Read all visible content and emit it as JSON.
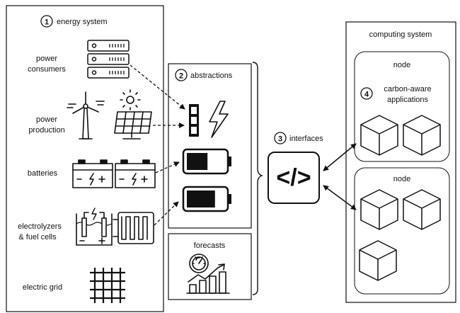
{
  "energy_system": {
    "number": "1",
    "title": "energy system",
    "components": {
      "consumers": [
        "power",
        "consumers"
      ],
      "production": [
        "power",
        "production"
      ],
      "batteries": "batteries",
      "electrolyzers": [
        "electrolyzers",
        "& fuel cells"
      ],
      "grid": "electric grid"
    }
  },
  "abstractions": {
    "number": "2",
    "title": "abstractions"
  },
  "forecasts": {
    "title": "forecasts"
  },
  "interfaces": {
    "number": "3",
    "title": "interfaces",
    "symbol": "</>"
  },
  "computing_system": {
    "title": "computing system",
    "nodes": [
      {
        "title": "node",
        "app_number": "4",
        "app_label": [
          "carbon-aware",
          "applications"
        ],
        "cubes": 2
      },
      {
        "title": "node",
        "cubes": 3
      }
    ]
  },
  "battery_symbol": {
    "plus": "+",
    "minus": "-"
  },
  "electrolyzer_symbol": {
    "plus": "+",
    "minus": "-"
  },
  "abstraction_battery_levels": [
    0.55,
    0.75
  ]
}
